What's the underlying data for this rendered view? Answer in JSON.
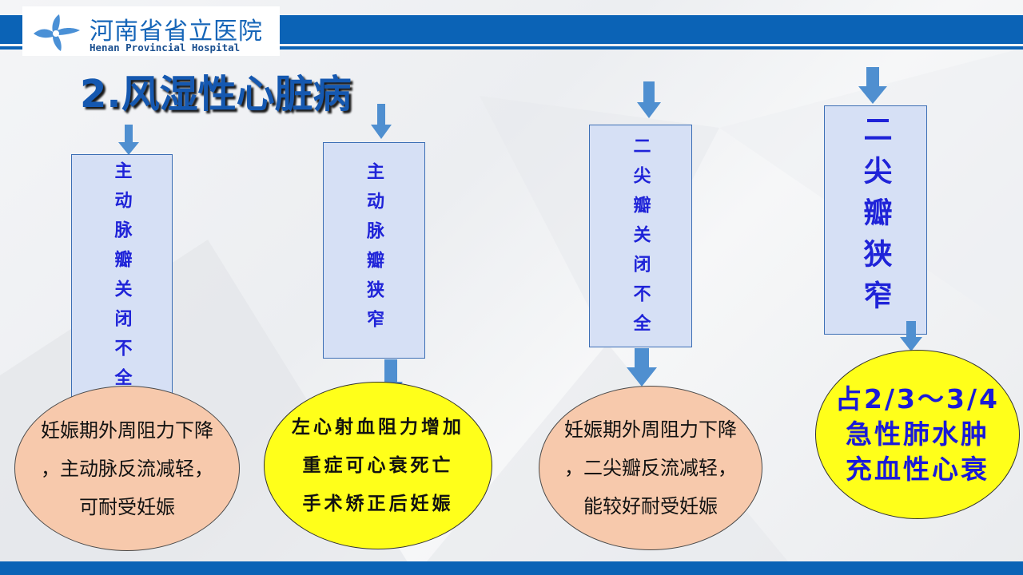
{
  "header": {
    "logo_cn": "河南省省立医院",
    "logo_en": "Henan Provincial Hospital",
    "logo_icon": "hospital-cross-logo-icon",
    "accent_color": "#0b63b6"
  },
  "title": "2.风湿性心脏病",
  "columns": [
    {
      "box_text": "主动脉瓣关闭不全",
      "outcome": "妊娠期外周阻力下降\n，主动脉反流减轻，\n可耐受妊娠",
      "outcome_fill": "#f7c9ac"
    },
    {
      "box_text": "主动脉瓣狭窄",
      "outcome": "左心射血阻力增加\n重症可心衰死亡\n手术矫正后妊娠",
      "outcome_fill": "#ffff1a"
    },
    {
      "box_text": "二尖瓣关闭不全",
      "outcome": "妊娠期外周阻力下降\n，二尖瓣反流减轻，\n能较好耐受妊娠",
      "outcome_fill": "#f7c9ac"
    },
    {
      "box_text": "二尖瓣狭窄",
      "outcome": "占2/3～3/4\n急性肺水肿\n充血性心衰",
      "outcome_fill": "#ffff1a"
    }
  ]
}
